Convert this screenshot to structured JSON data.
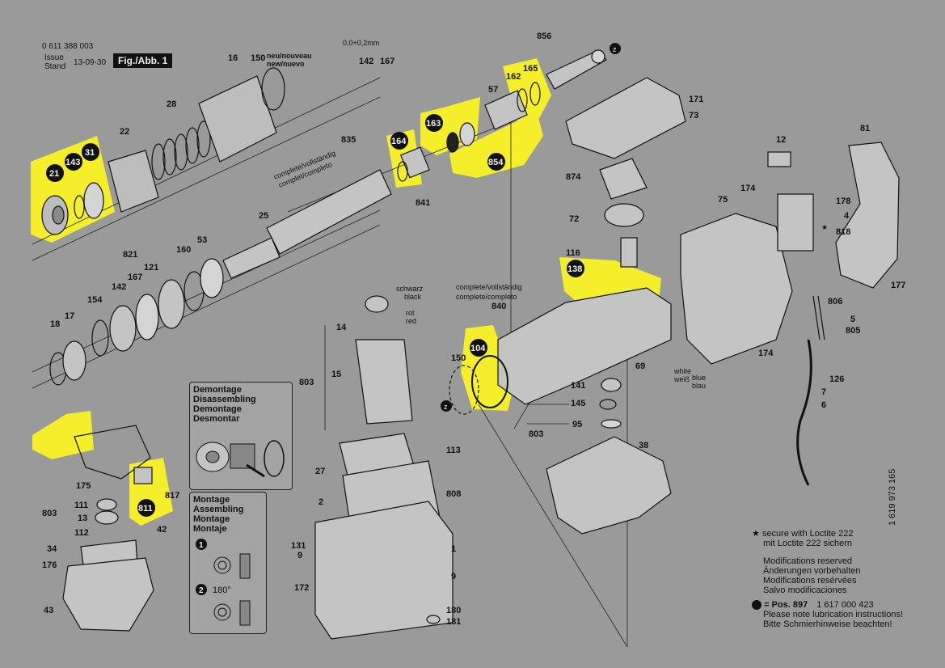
{
  "header": {
    "part_no": "0 611 388 003",
    "issue_label": "Issue",
    "stand_label": "Stand",
    "date": "13-09-30",
    "figure": "Fig./Abb. 1"
  },
  "callouts": {
    "c856": "856",
    "c16": "16",
    "c150a": "150",
    "neu": "neu/nouveau",
    "new": "new/nuevo",
    "tol": "0,0+0,2mm",
    "c142a": "142",
    "c167a": "167",
    "c28": "28",
    "c22": "22",
    "c835": "835",
    "complete1": "complete/vollständig",
    "complete1b": "complet/completo",
    "c57": "57",
    "c162": "162",
    "c165": "165",
    "c171": "171",
    "c73": "73",
    "c163": "163",
    "c164": "164",
    "c854": "854",
    "c841": "841",
    "c21": "21",
    "c143": "143",
    "c31": "31",
    "c25": "25",
    "c874": "874",
    "c12": "12",
    "c81": "81",
    "c72": "72",
    "c174a": "174",
    "c75": "75",
    "c178": "178",
    "c4": "4",
    "c818": "818",
    "c821": "821",
    "c53": "53",
    "c167b": "167",
    "c121": "121",
    "c160": "160",
    "c142b": "142",
    "c116": "116",
    "c177": "177",
    "c138": "138",
    "schwarz": "schwarz",
    "black": "black",
    "rot": "rot",
    "red": "red",
    "complete2": "complete/vollständig",
    "complete2b": "complete/completo",
    "c840": "840",
    "c154": "154",
    "c18": "18",
    "c17": "17",
    "c14": "14",
    "c806": "806",
    "c5": "5",
    "c805": "805",
    "c104": "104",
    "c150b": "150",
    "c174b": "174",
    "c69": "69",
    "white": "white",
    "weiss": "weiß",
    "blue": "blue",
    "blau": "blau",
    "c803a": "803",
    "c15": "15",
    "c141": "141",
    "c145": "145",
    "c126": "126",
    "c7": "7",
    "c6": "6",
    "c95": "95",
    "c803b": "803",
    "c113": "113",
    "c38": "38",
    "c27": "27",
    "c175": "175",
    "c2": "2",
    "c808": "808",
    "c111": "111",
    "c803c": "803",
    "c13": "13",
    "c112": "112",
    "c817": "817",
    "c811": "811",
    "c42": "42",
    "c34": "34",
    "c176": "176",
    "c131": "131",
    "c9a": "9",
    "c1": "1",
    "c172": "172",
    "c9b": "9",
    "c43": "43",
    "c180": "180",
    "c181": "181",
    "z": "z"
  },
  "panel_demontage": {
    "lines": [
      "Demontage",
      "Disassembling",
      "Demontage",
      "Desmontar"
    ]
  },
  "panel_montage": {
    "lines": [
      "Montage",
      "Assembling",
      "Montage",
      "Montaje"
    ],
    "step1": "1",
    "step2": "2",
    "angle": "180°"
  },
  "notes": {
    "star": "★",
    "loctite_en": "secure with Loctite 222",
    "loctite_de": "mit Loctite 222 sichern",
    "mod": [
      "Modifications reserved",
      "Änderungen vorbehalten",
      "Modifications resérvées",
      "Salvo modificaciones"
    ],
    "pos_label": "= Pos. 897",
    "pos_part": "1 617 000 423",
    "lub": [
      "Please note lubrication instructions!",
      "Bitte Schmierhinweise beachten!"
    ],
    "doc_no": "1 619 973 165"
  },
  "colors": {
    "background": "#9a9a9a",
    "highlight": "#f4ef2a",
    "ink": "#111111",
    "part_fill": "#bdbdbd"
  }
}
